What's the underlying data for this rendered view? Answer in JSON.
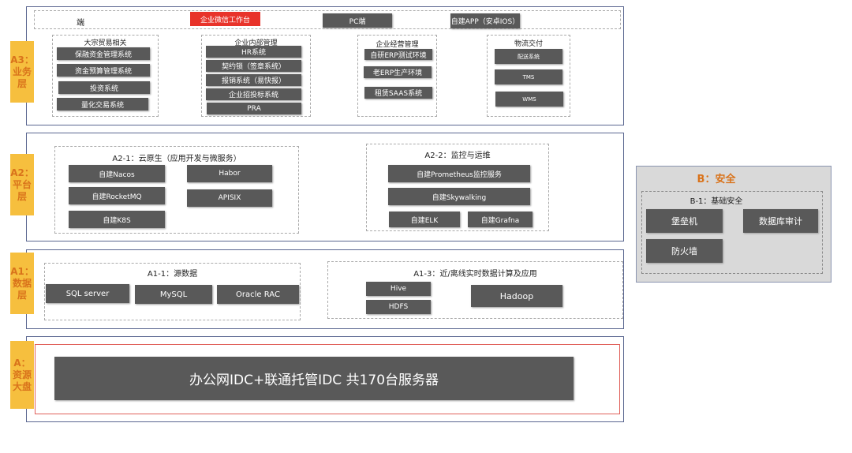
{
  "a3": {
    "badge": "A3：业务层",
    "endpoint_label": "端",
    "endpoints": [
      "企业微信工作台",
      "PC端",
      "自建APP（安卓IOS）"
    ],
    "groups": [
      {
        "title": "大宗贸易相关",
        "items": [
          "保融资金管理系统",
          "资金预算管理系统",
          "投资系统",
          "量化交易系统"
        ]
      },
      {
        "title": "企业内部管理",
        "items": [
          "HR系统",
          "契约锁（签章系统）",
          "报销系统（易快报）",
          "企业招投标系统",
          "PRA"
        ]
      },
      {
        "title": "企业经营管理",
        "items": [
          "自研ERP测试环境",
          "老ERP生产环境",
          "租赁SAAS系统"
        ]
      },
      {
        "title": "物流交付",
        "items": [
          "配送系统",
          "TMS",
          "WMS"
        ]
      }
    ]
  },
  "a2": {
    "badge": "A2：平台层",
    "g1": {
      "title": "A2-1：云原生（应用开发与微服务）",
      "items": [
        "自建Nacos",
        "Habor",
        "自建RocketMQ",
        "APISIX",
        "自建K8S"
      ]
    },
    "g2": {
      "title": "A2-2：监控与运维",
      "items": [
        "自建Prometheus监控服务",
        "自建Skywalking",
        "自建ELK",
        "自建Grafna"
      ]
    }
  },
  "a1": {
    "badge": "A1：数据层",
    "g1": {
      "title": "A1-1：源数据",
      "items": [
        "SQL server",
        "MySQL",
        "Oracle RAC"
      ]
    },
    "g3": {
      "title": "A1-3：近/离线实时数据计算及应用",
      "items": [
        "Hive",
        "HDFS",
        "Hadoop"
      ]
    }
  },
  "a": {
    "badge": "A：资源大盘",
    "main": "办公网IDC+联通托管IDC 共170台服务器"
  },
  "b": {
    "title": "B：安全",
    "group_title": "B-1：基础安全",
    "items": [
      "堡垒机",
      "数据库审计",
      "防火墙"
    ]
  }
}
